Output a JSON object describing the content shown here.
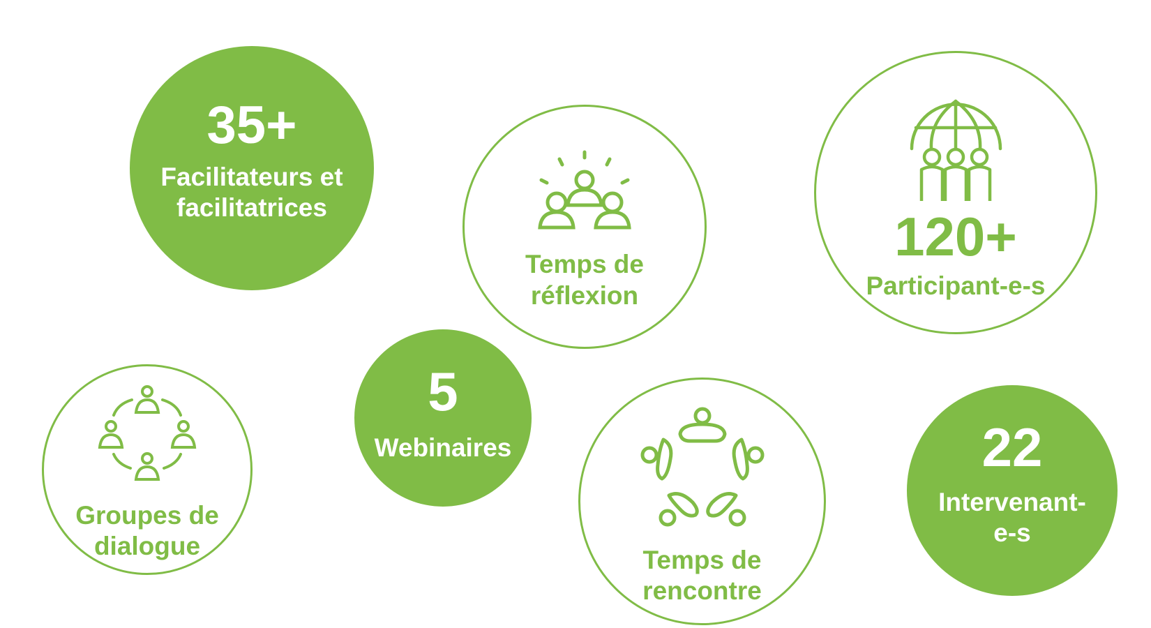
{
  "colors": {
    "accent": "#80bc46",
    "background": "#ffffff",
    "on_accent": "#ffffff"
  },
  "stats": {
    "facilitators": {
      "number": "35+",
      "label_line1": "Facilitateurs et",
      "label_line2": "facilitatrices"
    },
    "reflection": {
      "icon": "people-ideas-icon",
      "label_line1": "Temps de",
      "label_line2": "réflexion"
    },
    "participants": {
      "icon": "globe-people-icon",
      "number": "120+",
      "label": "Participant-e-s"
    },
    "dialogue": {
      "icon": "dialogue-circle-icon",
      "label_line1": "Groupes de",
      "label_line2": "dialogue"
    },
    "webinars": {
      "number": "5",
      "label": "Webinaires"
    },
    "meeting": {
      "icon": "meeting-circle-icon",
      "label_line1": "Temps de",
      "label_line2": "rencontre"
    },
    "speakers": {
      "number": "22",
      "label_line1": "Intervenant-",
      "label_line2": "e-s"
    }
  }
}
